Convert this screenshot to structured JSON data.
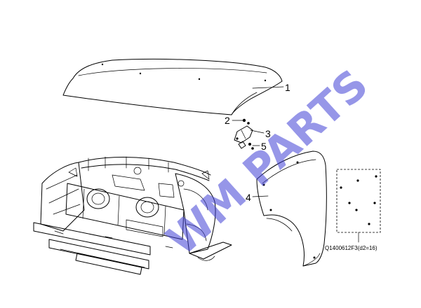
{
  "parts": [
    {
      "callout": "1",
      "name": "hood"
    },
    {
      "callout": "2",
      "name": "bolt"
    },
    {
      "callout": "3",
      "name": "hinge"
    },
    {
      "callout": "4",
      "name": "fender"
    },
    {
      "callout": "5",
      "name": "bolt"
    }
  ],
  "detail_code": "Q1400612F3(d2=16)",
  "watermark": "WM PARTS",
  "colors": {
    "line": "#000000",
    "watermark": "#3f3fd6",
    "background": "#ffffff"
  }
}
